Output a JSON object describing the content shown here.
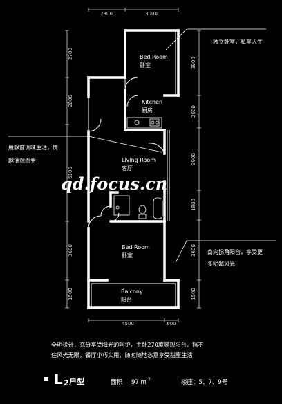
{
  "dimensions": {
    "top": [
      "2300",
      "3000"
    ],
    "left": [
      "2700",
      "2800",
      "6100",
      "3600",
      "1500"
    ],
    "right": [
      "3900",
      "2000",
      "3900",
      "1800",
      "3600",
      "1500"
    ],
    "bottom": [
      "4500",
      "600"
    ]
  },
  "rooms": {
    "bedroom_top": {
      "en": "Bed Room",
      "cn": "卧室"
    },
    "kitchen": {
      "en": "Kitchen",
      "cn": "厨房"
    },
    "living": {
      "en": "Living Room",
      "cn": "客厅"
    },
    "bedroom_bottom": {
      "en": "Bed Room",
      "cn": "卧室"
    },
    "balcony": {
      "en": "Balcony",
      "cn": "阳台"
    }
  },
  "notes": {
    "top_right": "独立卧室，私享人生",
    "left_line1": "用飘窗调味生活，情",
    "left_line2": "趣油然而生",
    "right_line1": "南向拐角阳台，享受更",
    "right_line2": "多明媚风光"
  },
  "watermark": "qd.focus.cn",
  "description": {
    "line1": "全明设计，充分享受阳光的呵护，主卧270度景观阳台，挡不",
    "line2": "住风光无限，餐厅小巧实用，随时随地恣意享受甜蜜生活"
  },
  "unit": {
    "letter": "L",
    "number": "2",
    "type_label": "户型",
    "area_label": "面积",
    "area_value": "97 m",
    "area_sup": "2",
    "building_label": "楼座：5、7、9号"
  }
}
